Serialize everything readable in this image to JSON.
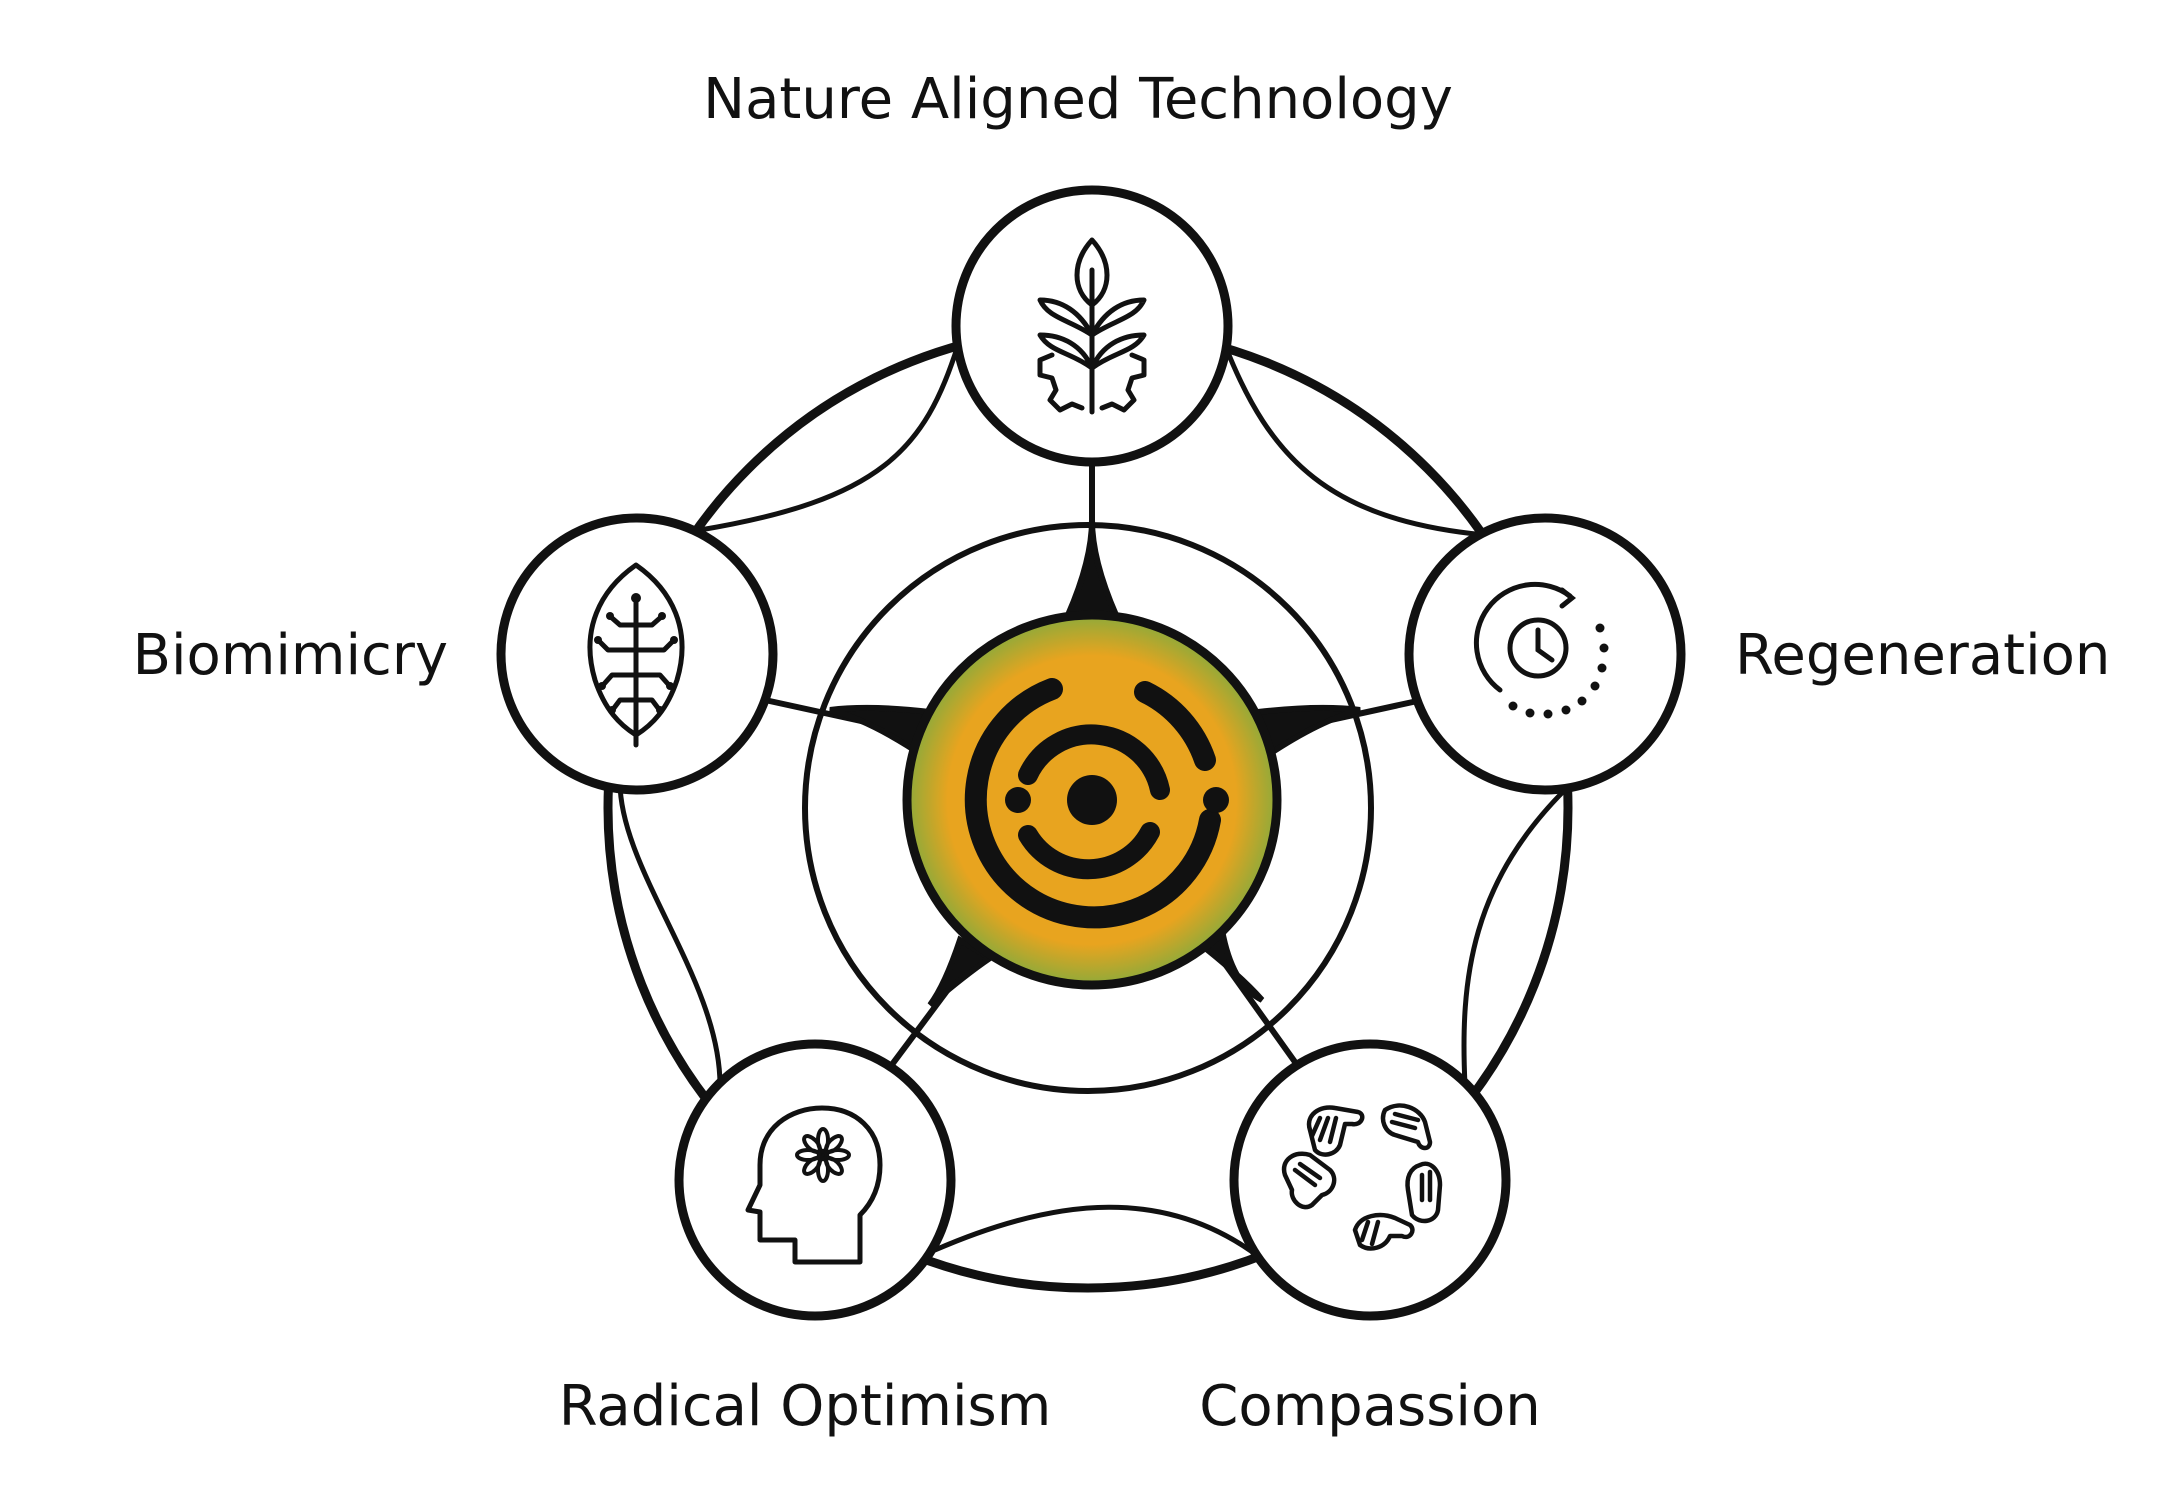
{
  "diagram": {
    "center_icon": "orbit-rings-icon",
    "accent_color": "#E8A41F",
    "accent_edge_color": "#8FAA3A",
    "stroke_color": "#111111",
    "nodes": [
      {
        "label": "Nature Aligned Technology",
        "icon": "plant-gear-icon"
      },
      {
        "label": "Regeneration",
        "icon": "cycle-clock-icon"
      },
      {
        "label": "Compassion",
        "icon": "hands-circle-icon"
      },
      {
        "label": "Radical Optimism",
        "icon": "head-flower-icon"
      },
      {
        "label": "Biomimicry",
        "icon": "leaf-circuit-icon"
      }
    ]
  }
}
